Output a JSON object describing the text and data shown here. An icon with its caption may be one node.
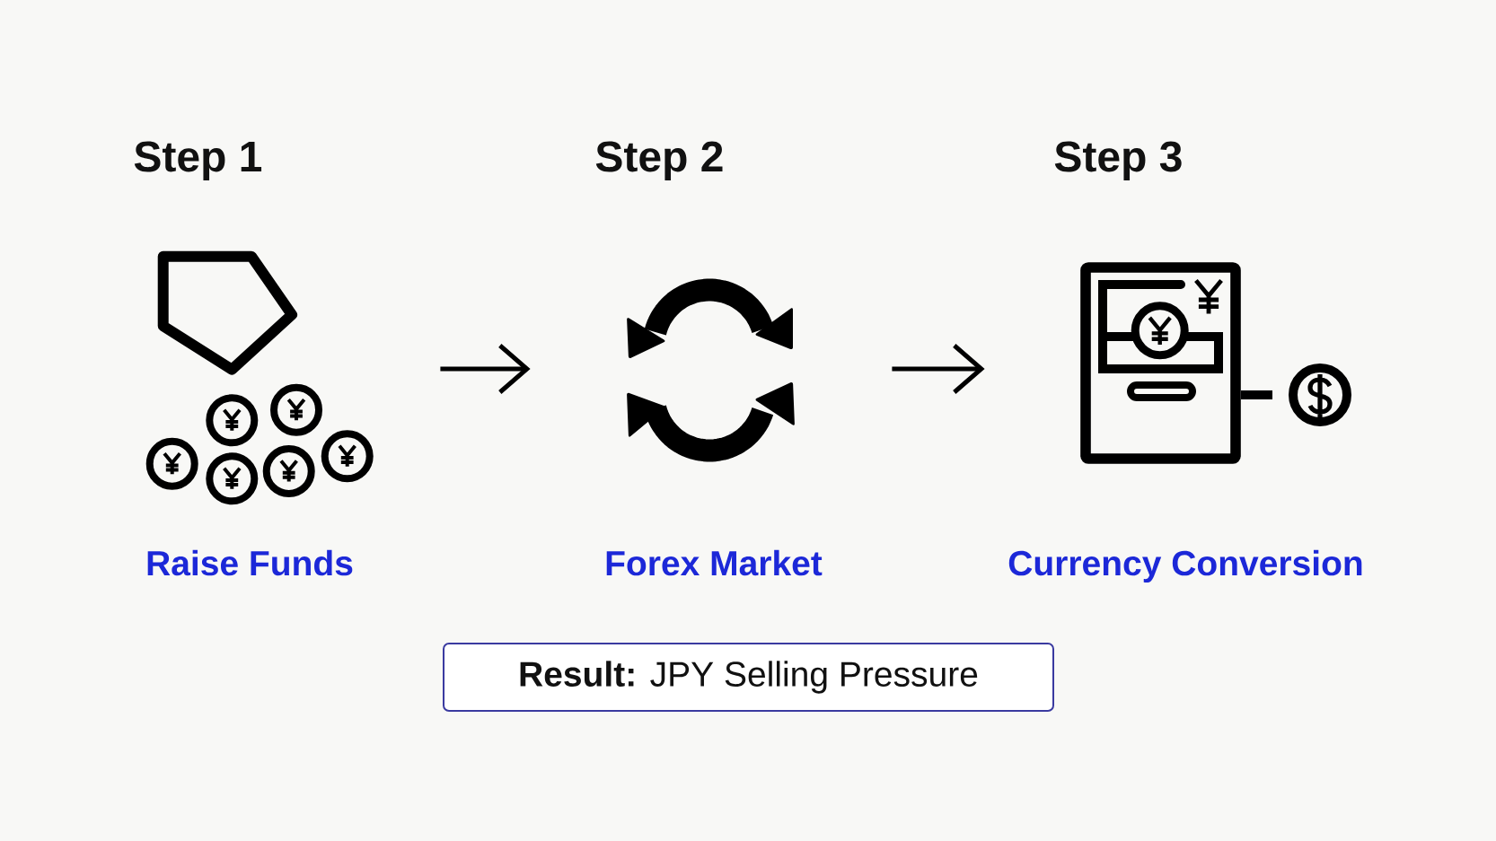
{
  "diagram": {
    "nodes": [
      {
        "text": [],
        "shape": "picture",
        "beside": [
          "Step 1",
          "Raise Funds"
        ]
      },
      {
        "text": [],
        "shape": "picture",
        "beside": [
          "Step 2",
          "Forex Market"
        ]
      },
      {
        "text": [],
        "shape": "picture",
        "beside": [
          "Step 3",
          "Currency Conversion"
        ]
      },
      {
        "text": [
          "**Result:** JPY Selling Pressure"
        ]
      }
    ],
    "edges": [
      {
        "from": 0,
        "to": 1,
        "arrow": "to"
      },
      {
        "from": 1,
        "to": 2,
        "arrow": "to"
      }
    ]
  }
}
